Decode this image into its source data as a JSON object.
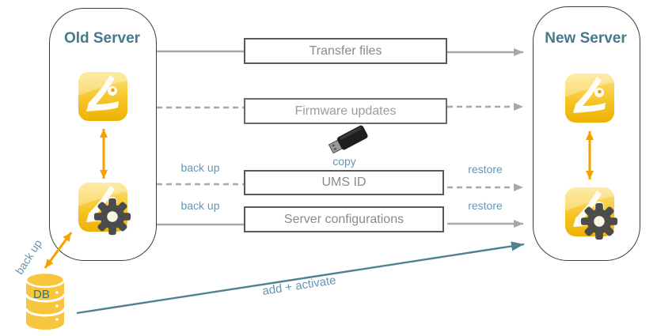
{
  "diagram": {
    "old_server": {
      "title": "Old Server"
    },
    "new_server": {
      "title": "New Server"
    },
    "steps": [
      {
        "label": "Transfer files"
      },
      {
        "label": "Firmware updates"
      },
      {
        "label": "UMS ID"
      },
      {
        "label": "Server configurations"
      }
    ],
    "annotations": {
      "backup_ums": "back up",
      "backup_config": "back up",
      "backup_db": "back up",
      "restore_ums": "restore",
      "restore_config": "restore",
      "copy": "copy",
      "add_activate": "add + activate",
      "db": "DB"
    },
    "colors": {
      "heading_teal": "#47788c",
      "label_blue": "#6496b2",
      "arrow_gray": "#a8a8a8",
      "arrow_orange": "#f5a200",
      "arrow_teal": "#4f8192",
      "icon_yellow": "#f2b705",
      "db_yellow": "#f8c63d",
      "box_border": "#595959",
      "box_text": "#8a8a8a"
    }
  }
}
